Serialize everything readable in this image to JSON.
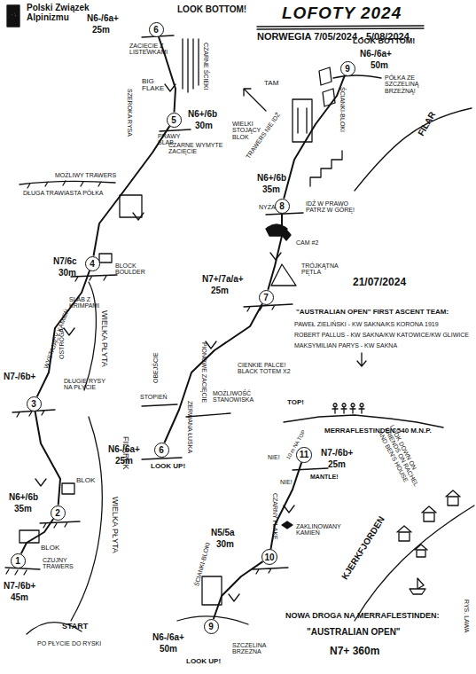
{
  "diagram": {
    "title": "LOFOTY 2024",
    "nodes": [
      {
        "text": [
          "1"
        ]
      },
      {
        "text": [
          "2"
        ]
      },
      {
        "text": [
          "3"
        ]
      },
      {
        "text": [
          "4"
        ]
      },
      {
        "text": [
          "5"
        ]
      },
      {
        "text": [
          "6"
        ]
      },
      {
        "text": [
          "6"
        ]
      },
      {
        "text": [
          "7"
        ]
      },
      {
        "text": [
          "8"
        ]
      },
      {
        "text": [
          "9"
        ]
      },
      {
        "text": [
          "9"
        ]
      },
      {
        "text": [
          "10"
        ]
      },
      {
        "text": [
          "11"
        ]
      }
    ],
    "edges": [
      {
        "from": 0,
        "to": 1,
        "arrow": "none"
      },
      {
        "from": 1,
        "to": 2,
        "arrow": "none"
      },
      {
        "from": 2,
        "to": 3,
        "arrow": "none"
      },
      {
        "from": 3,
        "to": 4,
        "arrow": "none"
      },
      {
        "from": 4,
        "to": 5,
        "arrow": "none"
      },
      {
        "from": 6,
        "to": 7,
        "arrow": "none"
      },
      {
        "from": 7,
        "to": 8,
        "arrow": "none"
      },
      {
        "from": 8,
        "to": 9,
        "arrow": "none"
      },
      {
        "from": 10,
        "to": 11,
        "arrow": "none"
      },
      {
        "from": 11,
        "to": 12,
        "arrow": "none"
      }
    ],
    "labels": [
      "Polski Związek Alpinizmu",
      "NORWEGIA 7/05/2024 - 5/08/2024",
      "LOOK BOTTOM!",
      "N6-/6a+",
      "25m",
      "ZACIĘCIE Z LISTEWKAMI",
      "CZARNE ŚCIEKI",
      "BIG FLAKE",
      "SZEROKA RYSA",
      "PRAWY SLAB",
      "N6+/6b",
      "30m",
      "CZARNE WYMYTE ZACIĘCIE",
      "MOŻLIWY TRAWERS",
      "DŁUGA TRAWIASTA PÓŁKA",
      "N7/6c",
      "30m",
      "BLOCK BOULDER",
      "SLAB Z KRIMPAMI",
      "WIELKA PŁYTA",
      "OSTROGA",
      "WYSTAJĄCY KAMIEŃ",
      "DŁUGIE RYSY NA PŁYCIE",
      "N7-/6b+",
      "WIELKA PŁYTA",
      "FILAREK",
      "BLOK",
      "N6+/6b",
      "35m",
      "BLOK",
      "CZUJNY TRAWERS",
      "N7-/6b+",
      "45m",
      "START",
      "PO PŁYCIE DO RYSKI",
      "N6-/6a+",
      "25m",
      "LOOK UP!",
      "ZERWANA ŁUSKA",
      "STOPIEŃ",
      "MOŻLIWOŚĆ STANOWISKA",
      "OBEJŚCIE",
      "PIONOWE ZACIĘCIE",
      "CIENKIE PALCE! BLACK TOTEM X2",
      "N7+/7a/a+",
      "25m",
      "TRÓJKĄTNA PĘTLA",
      "CAM #2",
      "NYŻA",
      "N6+/6b",
      "35m",
      "IDŹ W PRAWO PATRZ W GÓRĘ!",
      "TRAWERS NIE IDŹ",
      "TAM",
      "WIELKI STOJĄCY BLOK",
      "ŚCIANKI-BLOKI",
      "LOOK BOTTOM!",
      "N6-/6a+",
      "50m",
      "PÓŁKA ZE SZCZELINĄ BRZEŻNĄ!",
      "FILAR",
      "21/07/2024",
      "\"AUSTRALIAN OPEN\" FIRST ASCENT TEAM:",
      "PAWEŁ ZIELIŃSKI - KW SAKNA/KS KORONA 1919",
      "ROBERT PALLUS - KW SAKNA/KW KATOWICE/KW GLIWICE",
      "MAKSYMILIAN PARYS - KW SAKNA",
      "TOP!",
      "MERRAFLESTINDEN 540 M.N.P.",
      "10 m NA TOP",
      "LOOK DOWN ON FRIENDS ON RACHEL AND BEN'S HOUSE",
      "KJERKFJORDEN",
      "N7-/6b+",
      "25m",
      "MANTLE!",
      "NIE!",
      "NIE!",
      "CZARNY FLAKE",
      "ZAKLINOWANY KAMIEŃ",
      "N5/5a",
      "30m",
      "ŚCIANKI-BLOKI",
      "N6-/6a+",
      "50m",
      "LOOK UP!",
      "SZCZELINA BRZEŻNA",
      "NOWA DROGA NA MERRAFLESTINDEN:",
      "\"AUSTRALIAN OPEN\"",
      "N7+ 360m",
      "RYS. LAWA"
    ]
  }
}
